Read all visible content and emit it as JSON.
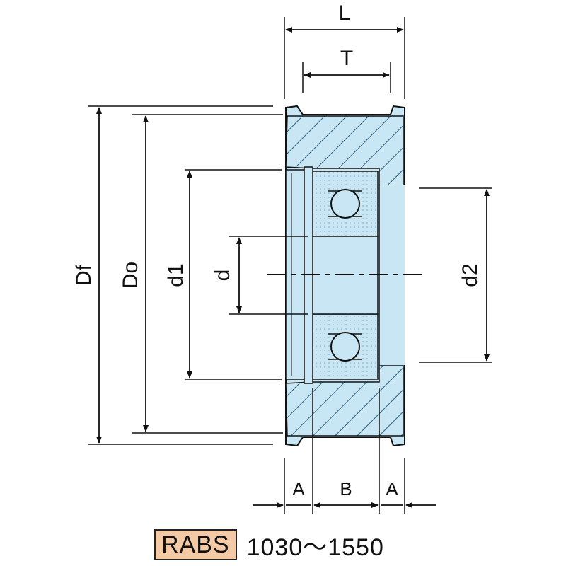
{
  "dimensions": {
    "L": "L",
    "T": "T",
    "Df": "Df",
    "Do": "Do",
    "d1": "d1",
    "d": "d",
    "d2": "d2",
    "A_left": "A",
    "B": "B",
    "A_right": "A"
  },
  "caption": {
    "model": "RABS",
    "range": "1030～1550"
  },
  "colors": {
    "fill": "#c9e6f4",
    "hatch": "#2b5f7a",
    "line": "#111111",
    "badge": "#f3c9a6"
  }
}
